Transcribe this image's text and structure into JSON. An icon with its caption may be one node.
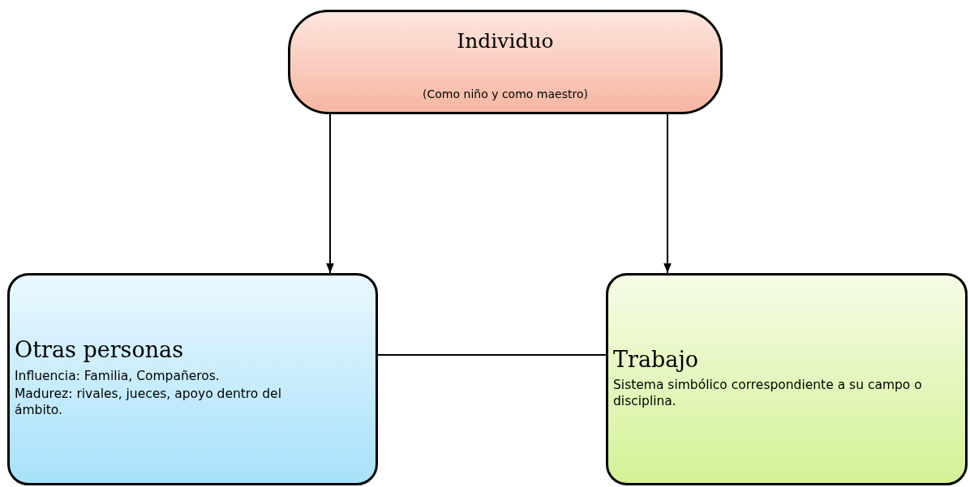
{
  "diagram": {
    "nodes": [
      {
        "text": [
          "Individuo",
          "(Como niño y como maestro)"
        ]
      },
      {
        "text": [
          "Otras personas",
          "Influencia: Familia, Compañeros.",
          "Madurez: rivales, jueces, apoyo dentro del ámbito."
        ]
      },
      {
        "text": [
          "Trabajo",
          "Sistema simbólico correspondiente a su campo o disciplina."
        ]
      }
    ],
    "edges": [
      {
        "from": 0,
        "to": 1,
        "arrow": "to"
      },
      {
        "from": 0,
        "to": 2,
        "arrow": "to"
      },
      {
        "from": 1,
        "to": 2,
        "arrow": "none"
      }
    ]
  }
}
